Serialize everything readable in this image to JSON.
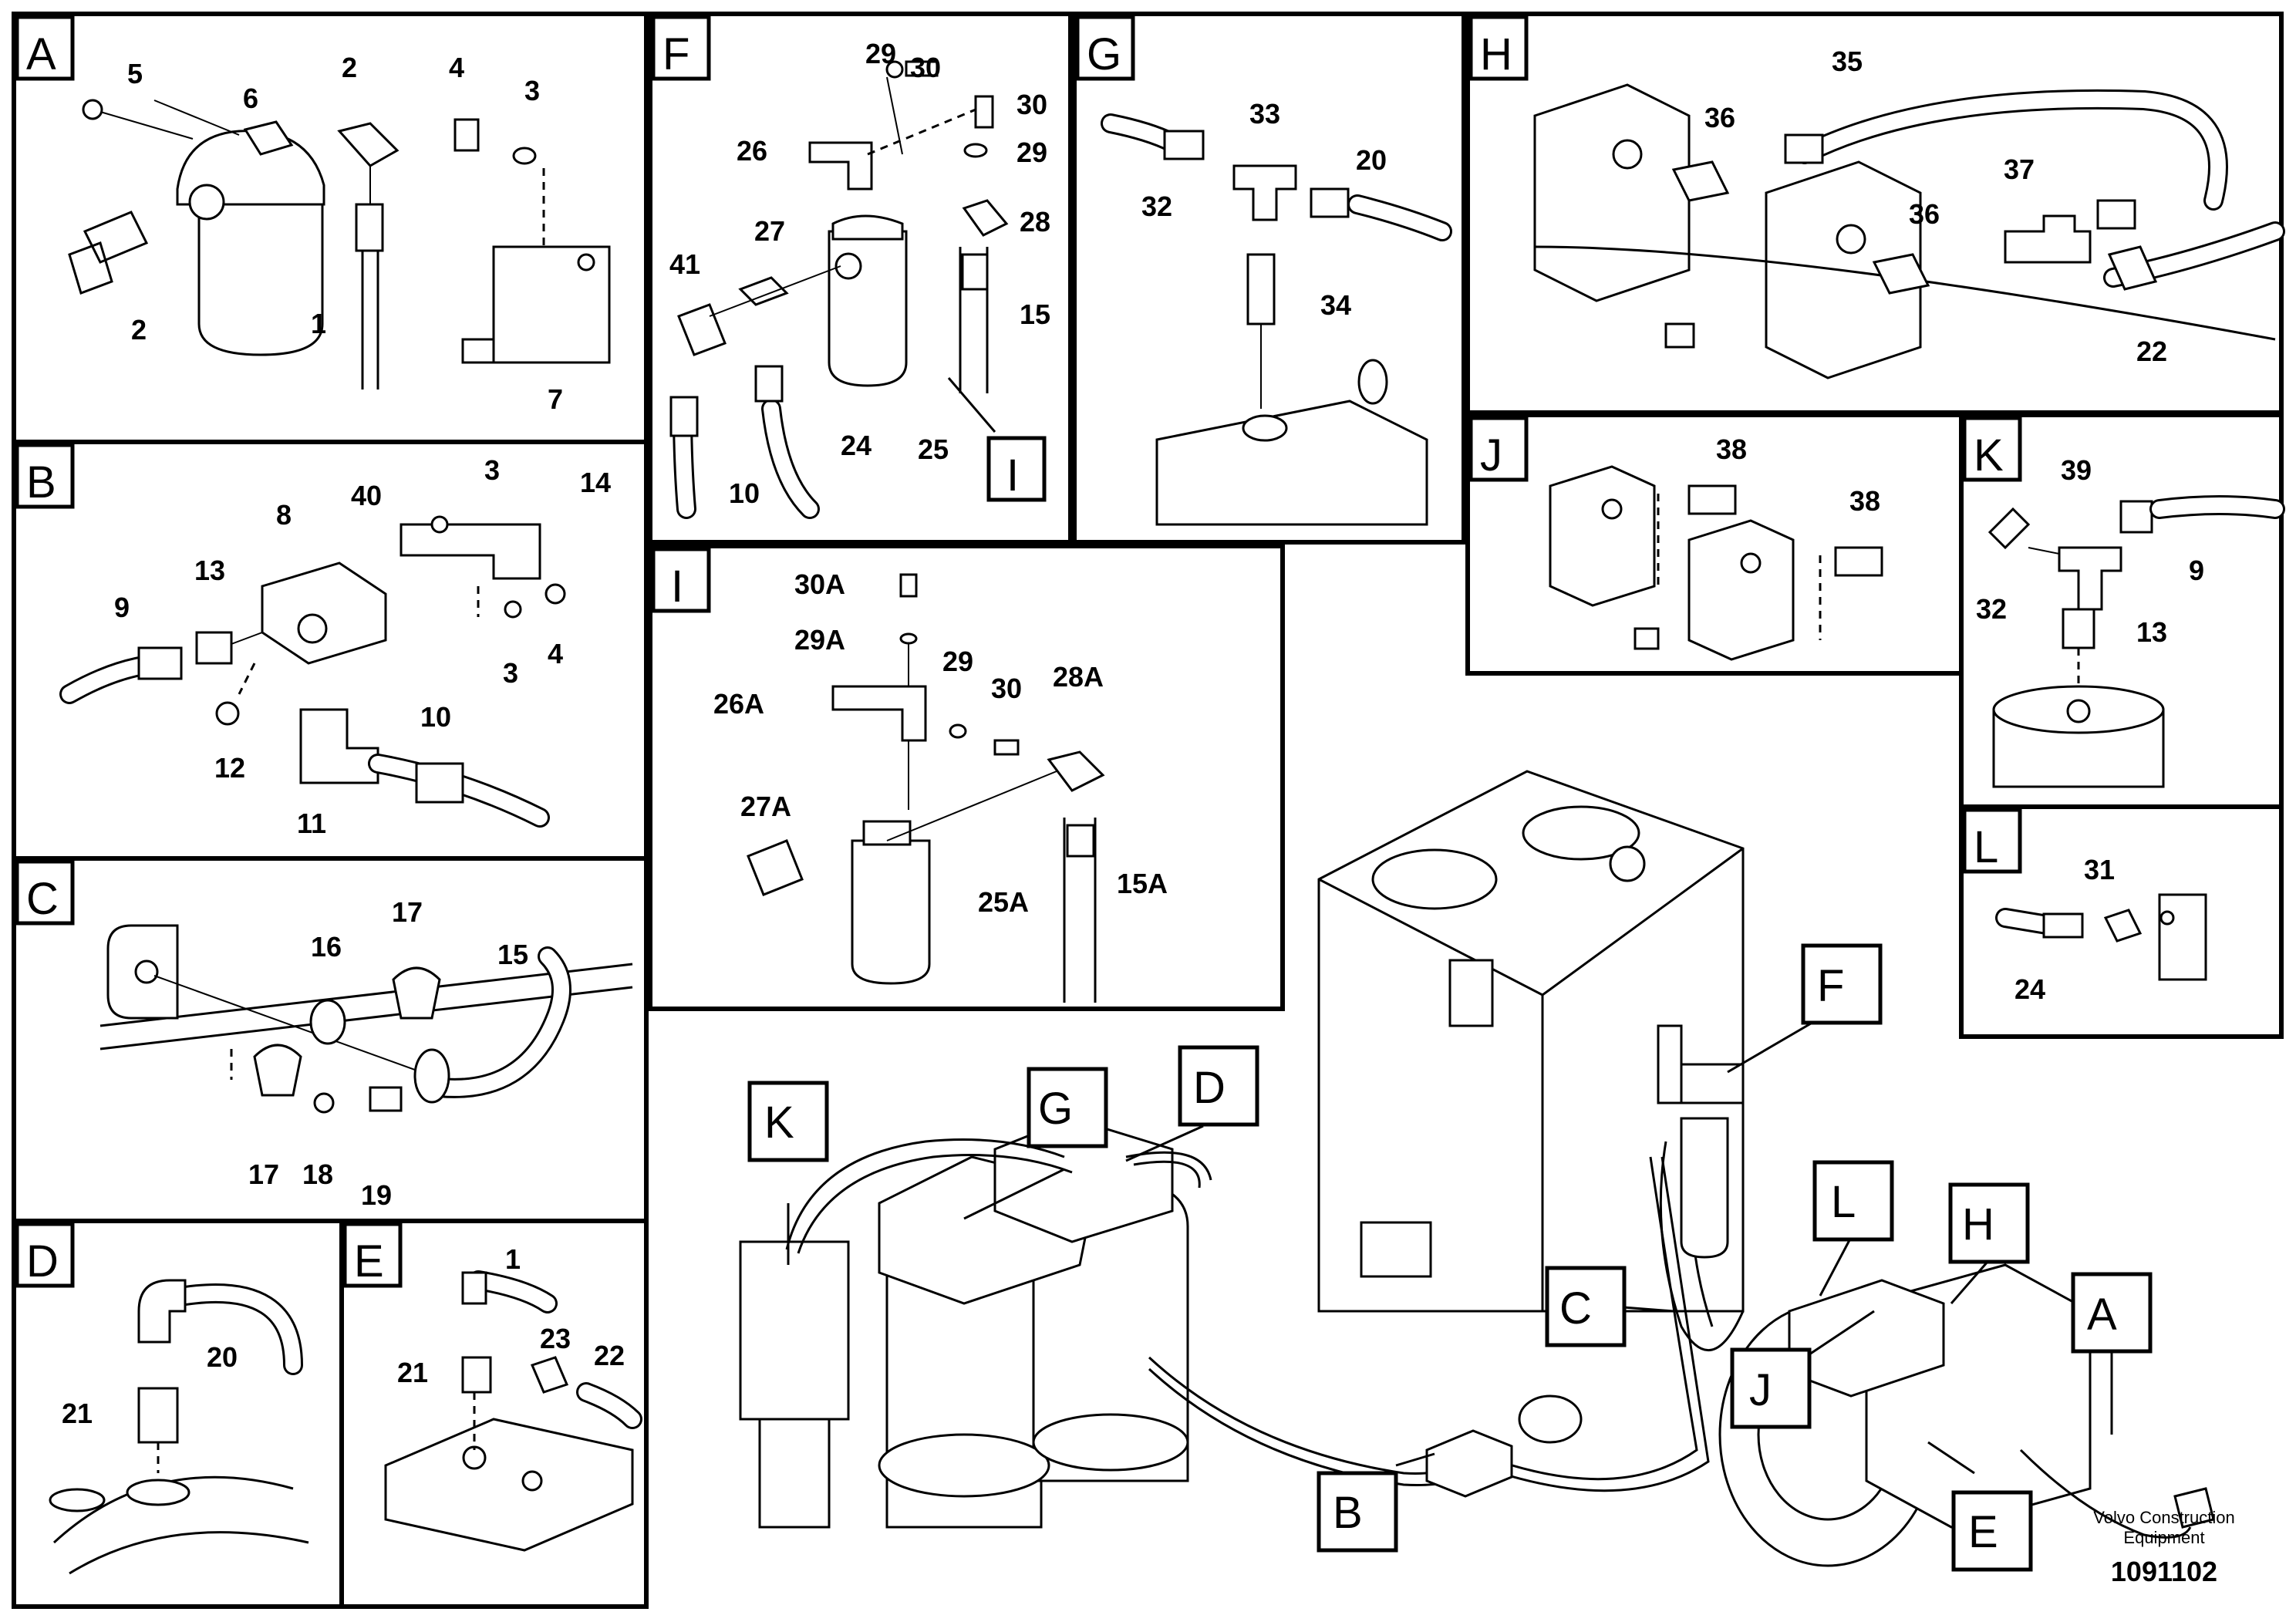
{
  "panels": {
    "A": {
      "letter": "A",
      "callouts": [
        "5",
        "6",
        "2",
        "4",
        "3",
        "2",
        "1",
        "7"
      ]
    },
    "B": {
      "letter": "B",
      "callouts": [
        "40",
        "3",
        "14",
        "8",
        "13",
        "9",
        "3",
        "4",
        "12",
        "10",
        "11"
      ]
    },
    "C": {
      "letter": "C",
      "callouts": [
        "17",
        "16",
        "15",
        "17",
        "18",
        "19"
      ]
    },
    "D": {
      "letter": "D",
      "callouts": [
        "20",
        "21"
      ]
    },
    "E": {
      "letter": "E",
      "callouts": [
        "1",
        "23",
        "21",
        "22"
      ]
    },
    "F": {
      "letter": "F",
      "callouts": [
        "29",
        "30",
        "30",
        "26",
        "29",
        "27",
        "28",
        "41",
        "15",
        "24",
        "25",
        "10"
      ],
      "inset": "I"
    },
    "G": {
      "letter": "G",
      "callouts": [
        "33",
        "20",
        "32",
        "34"
      ]
    },
    "H": {
      "letter": "H",
      "callouts": [
        "35",
        "36",
        "37",
        "36",
        "22"
      ]
    },
    "I": {
      "letter": "I",
      "callouts": [
        "30A",
        "29A",
        "29",
        "30",
        "28A",
        "26A",
        "27A",
        "15A",
        "25A"
      ]
    },
    "J": {
      "letter": "J",
      "callouts": [
        "38",
        "38"
      ]
    },
    "K": {
      "letter": "K",
      "callouts": [
        "39",
        "9",
        "32",
        "13"
      ]
    },
    "L": {
      "letter": "L",
      "callouts": [
        "31",
        "24"
      ]
    }
  },
  "overview_tags": [
    "K",
    "G",
    "D",
    "F",
    "L",
    "H",
    "C",
    "A",
    "J",
    "B",
    "E"
  ],
  "credit": {
    "line1": "Volvo Construction",
    "line2": "Equipment"
  },
  "document_number": "1091102"
}
